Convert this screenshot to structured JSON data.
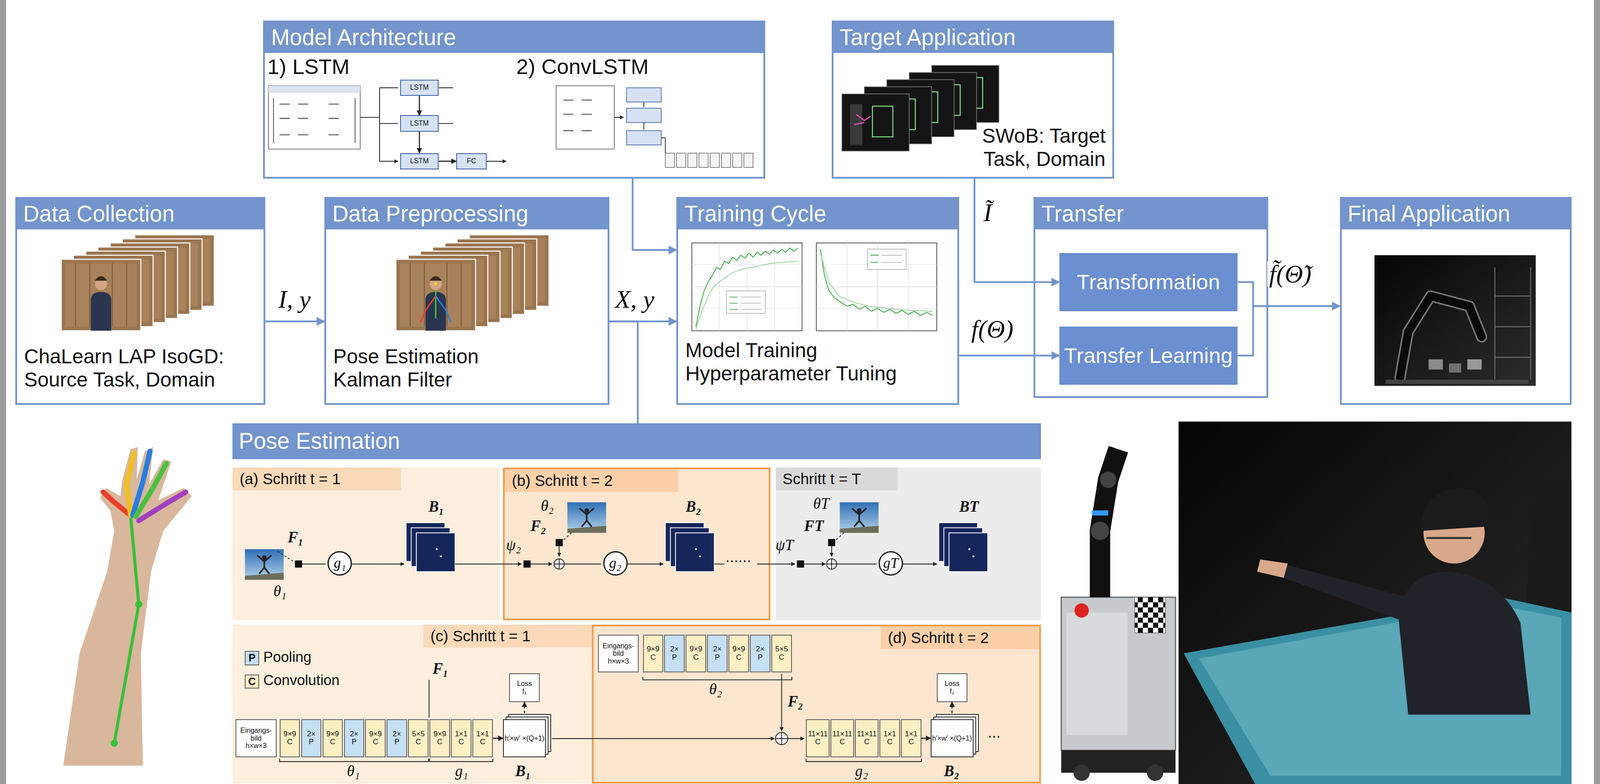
{
  "diagram": {
    "nodes": [
      {
        "text": [
          "Model Architecture"
        ]
      },
      {
        "text": [
          "LSTM"
        ],
        "in": 0
      },
      {
        "text": [
          "LSTM"
        ],
        "in": 0
      },
      {
        "text": [
          "LSTM"
        ],
        "in": 0
      },
      {
        "text": [
          "FC"
        ],
        "in": 0
      },
      {
        "text": [
          "Target Application",
          "SWoB: Target Task, Domain"
        ]
      },
      {
        "text": [
          "Data Collection",
          "ChaLearn LAP IsoGD: Source Task, Domain"
        ]
      },
      {
        "text": [
          "Data Preprocessing",
          "Pose Estimation Kalman Filter"
        ]
      },
      {
        "text": [
          "Training Cycle",
          "Model Training Hyperparameter Tuning"
        ]
      },
      {
        "text": [
          "Transfer"
        ]
      },
      {
        "text": [
          "Transformation"
        ],
        "in": 9
      },
      {
        "text": [
          "Transfer Learning"
        ],
        "in": 9
      },
      {
        "text": [
          "Final Application"
        ]
      },
      {
        "text": [
          "Pose Estimation"
        ]
      },
      {
        "text": [
          "(a) Schritt t = 1"
        ],
        "in": 13
      },
      {
        "text": [
          "g₁"
        ],
        "in": 14
      },
      {
        "text": [
          "(b) Schritt t = 2"
        ],
        "in": 13
      },
      {
        "text": [
          "g₂"
        ],
        "in": 16
      },
      {
        "text": [
          "Schritt t = T"
        ],
        "in": 13
      },
      {
        "text": [
          "gT"
        ],
        "in": 18
      },
      {
        "text": [
          "(c) Schritt t = 1"
        ],
        "in": 13
      },
      {
        "text": [
          "Eingangs- bild",
          "h×w×3"
        ],
        "in": 20
      },
      {
        "text": [
          "9×9",
          "C"
        ],
        "in": 20
      },
      {
        "text": [
          "2×",
          "P"
        ],
        "in": 20
      },
      {
        "text": [
          "9×9",
          "C"
        ],
        "in": 20
      },
      {
        "text": [
          "2×",
          "P"
        ],
        "in": 20
      },
      {
        "text": [
          "9×9",
          "C"
        ],
        "in": 20
      },
      {
        "text": [
          "2×",
          "P"
        ],
        "in": 20
      },
      {
        "text": [
          "5×5",
          "C"
        ],
        "in": 20
      },
      {
        "text": [
          "9×9",
          "C"
        ],
        "in": 20
      },
      {
        "text": [
          "1×1",
          "C"
        ],
        "in": 20
      },
      {
        "text": [
          "1×1",
          "C"
        ],
        "in": 20
      },
      {
        "text": [
          "h′×w′ ×(Q+1)"
        ],
        "in": 20
      },
      {
        "text": [
          "Loss",
          "f₁"
        ],
        "in": 20
      },
      {
        "text": [
          "(d) Schritt t = 2"
        ],
        "in": 13
      },
      {
        "text": [
          "Eingangs- bild",
          "h×w×3"
        ],
        "in": 34
      },
      {
        "text": [
          "9×9",
          "C"
        ],
        "in": 34
      },
      {
        "text": [
          "2×",
          "P"
        ],
        "in": 34
      },
      {
        "text": [
          "9×9",
          "C"
        ],
        "in": 34
      },
      {
        "text": [
          "2×",
          "P"
        ],
        "in": 34
      },
      {
        "text": [
          "9×9",
          "C"
        ],
        "in": 34
      },
      {
        "text": [
          "2×",
          "P"
        ],
        "in": 34
      },
      {
        "text": [
          "5×5",
          "C"
        ],
        "in": 34
      },
      {
        "text": [
          "11×11",
          "C"
        ],
        "in": 34
      },
      {
        "text": [
          "11×11",
          "C"
        ],
        "in": 34
      },
      {
        "text": [
          "11×11",
          "C"
        ],
        "in": 34
      },
      {
        "text": [
          "1×1",
          "C"
        ],
        "in": 34
      },
      {
        "text": [
          "1×1",
          "C"
        ],
        "in": 34
      },
      {
        "text": [
          "h′×w′ ×(Q+1)"
        ],
        "in": 34
      },
      {
        "text": [
          "Loss",
          "f₂"
        ],
        "in": 34
      }
    ],
    "edges": [
      {
        "from": 6,
        "to": 7,
        "label": "I, y",
        "arrow": "to"
      },
      {
        "from": 7,
        "to": 8,
        "label": "X, y",
        "arrow": "to"
      },
      {
        "from": 0,
        "to": 8,
        "arrow": "to"
      },
      {
        "from": 7,
        "to": 13,
        "arrow": "none"
      },
      {
        "from": 8,
        "to": 11,
        "label": "f(Θ)",
        "arrow": "to"
      },
      {
        "from": 5,
        "to": 10,
        "label": "Ĩ",
        "arrow": "to"
      },
      {
        "from": 10,
        "to": 12,
        "label": "f̃(Θ̃)",
        "arrow": "to"
      },
      {
        "from": 11,
        "to": 12,
        "arrow": "to"
      },
      {
        "from": 1,
        "to": 2,
        "arrow": "to"
      },
      {
        "from": 2,
        "to": 3,
        "arrow": "to"
      },
      {
        "from": 3,
        "to": 4,
        "arrow": "to"
      },
      {
        "from": 31,
        "to": 32,
        "arrow": "to"
      },
      {
        "from": 32,
        "to": 33,
        "arrow": "to"
      },
      {
        "from": 47,
        "to": 48,
        "arrow": "to"
      },
      {
        "from": 48,
        "to": 49,
        "arrow": "to"
      }
    ],
    "labels": [
      "1) LSTM",
      "2) ConvLSTM",
      "F₁",
      "θ₁",
      "B₁",
      "ψ₂",
      "F₂",
      "θ₂",
      "B₂",
      "......",
      "ψT",
      "FT",
      "θT",
      "BT",
      "P",
      "C",
      "F₁",
      "θ₁",
      "g₁",
      "B₁",
      "θ₂",
      "F₂",
      "g₂",
      "B₂",
      "..."
    ],
    "legend": [
      {
        "text": "Pooling",
        "color": "#c5dff3"
      },
      {
        "text": "Convolution",
        "color": "#fcefc4"
      }
    ]
  }
}
